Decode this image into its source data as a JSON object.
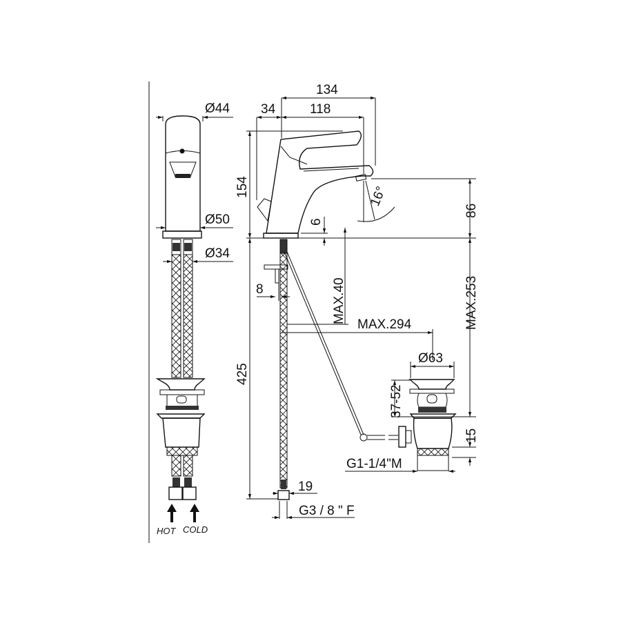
{
  "side_view": {
    "d_top": "Ø44",
    "d_base": "Ø50",
    "d_hose": "Ø34",
    "hot_label": "HOT",
    "cold_label": "COLD"
  },
  "front_view": {
    "overall_reach": "134",
    "lever_offset": "34",
    "spout_reach": "118",
    "height": "154",
    "spout_angle": "16°",
    "spout_height": "86",
    "base_thickness": "6",
    "max_deck": "MAX.40",
    "rod_offset": "8",
    "hose_length": "425",
    "max_rod_reach": "MAX.294",
    "max_drain_depth": "MAX.253",
    "hose_nut": "19",
    "hose_thread": "G3 / 8 \" F"
  },
  "drain": {
    "diameter": "Ø63",
    "range": "37-52",
    "thread_len": "15",
    "thread": "G1-1/4\"M"
  }
}
